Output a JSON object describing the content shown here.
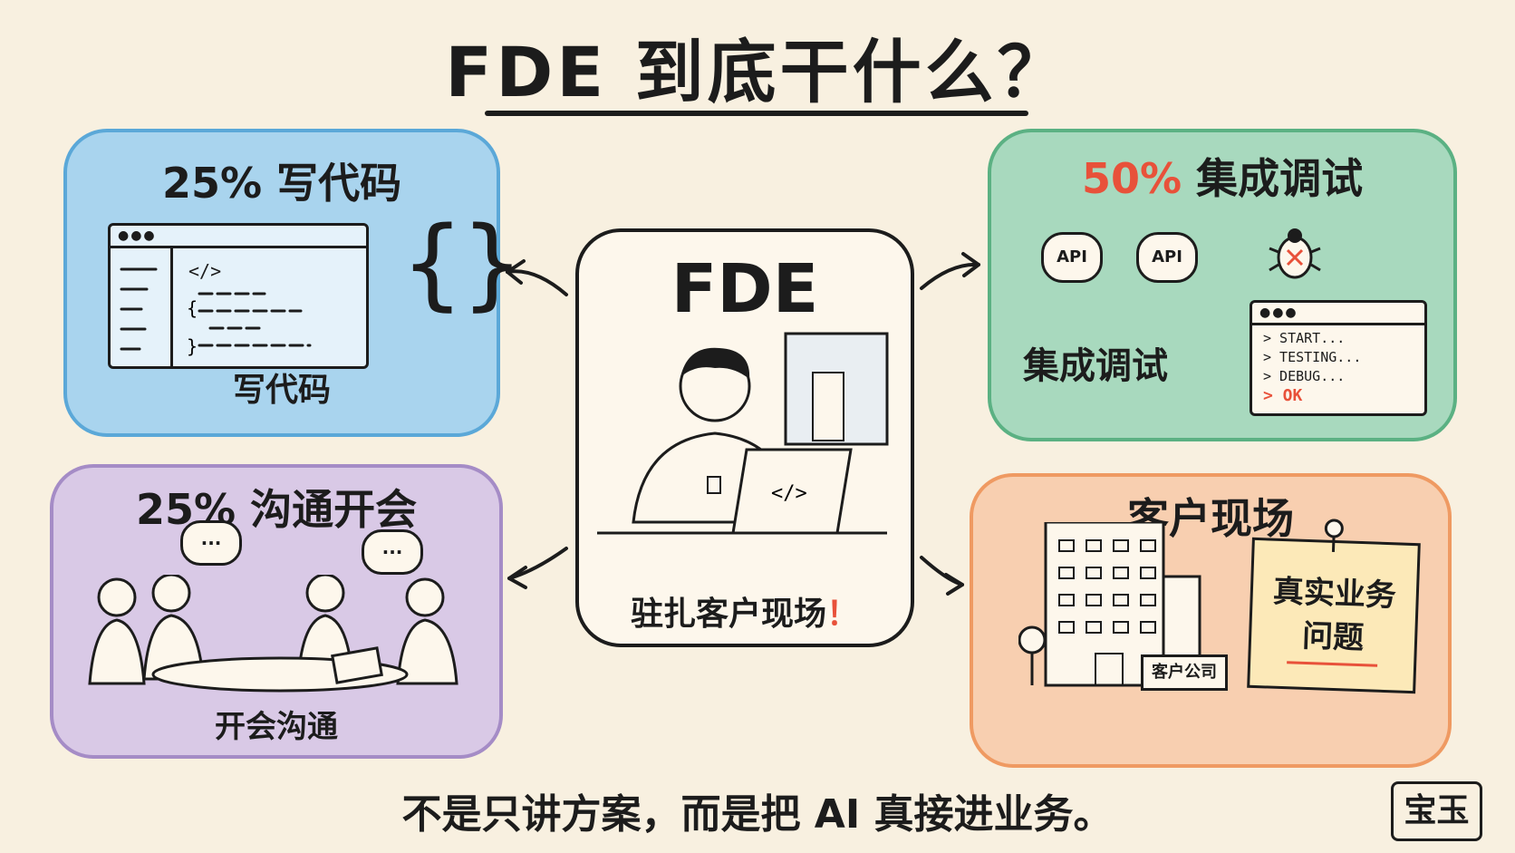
{
  "title": "FDE 到底干什么？",
  "center": {
    "title": "FDE",
    "caption": "驻扎客户现场",
    "exclaim": "！",
    "laptop_code": "</>"
  },
  "top_left": {
    "percent": "25%",
    "title": "写代码",
    "caption": "写代码",
    "code_tag": "</>",
    "dots": "●●●",
    "braces": "{}"
  },
  "top_right": {
    "percent": "50%",
    "title": "集成调试",
    "caption": "集成调试",
    "api_label": "API",
    "terminal": {
      "dots": "●●●",
      "lines": [
        "> START...",
        "> TESTING...",
        "> DEBUG..."
      ],
      "ok": "> OK"
    }
  },
  "bottom_left": {
    "percent": "25%",
    "title": "沟通开会",
    "caption": "开会沟通",
    "bubble": "..."
  },
  "bottom_right": {
    "title": "客户现场",
    "company": "客户公司",
    "note_line1": "真实业务",
    "note_line2": "问题"
  },
  "bottom_text": "不是只讲方案，而是把 AI 真接进业务。",
  "seal": "宝玉",
  "colors": {
    "background": "#f8f0e0",
    "blue": "#a9d4ee",
    "green": "#a8d9be",
    "purple": "#d9c9e6",
    "orange": "#f8cfb0",
    "accent": "#e8513a"
  }
}
